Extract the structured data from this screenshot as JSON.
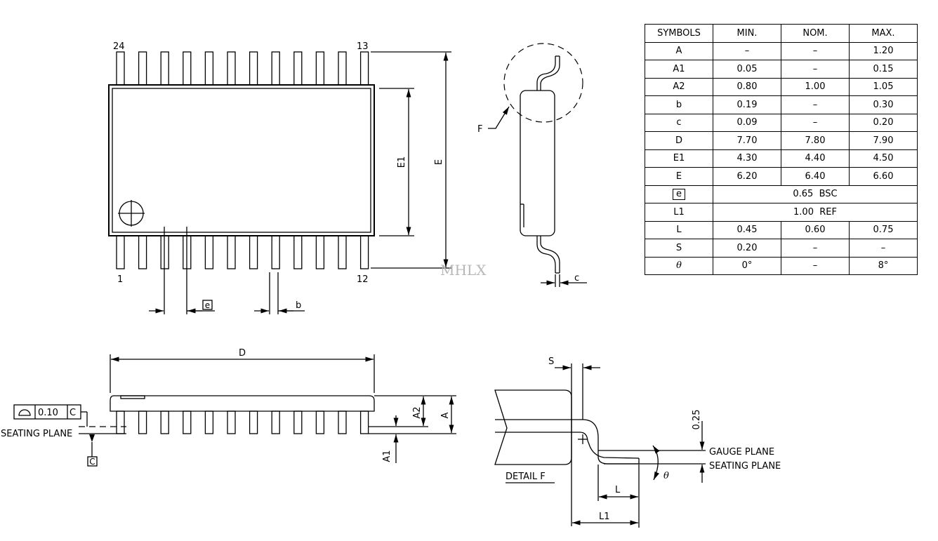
{
  "watermark": "MHLX",
  "top_view": {
    "pin_24": "24",
    "pin_13": "13",
    "pin_1": "1",
    "pin_12": "12",
    "dim_e1": "E1",
    "dim_e": "E",
    "dim_pitch": "e",
    "dim_b": "b"
  },
  "side_view": {
    "detail_callout": "F",
    "dim_c": "c"
  },
  "front_view": {
    "dim_d": "D",
    "dim_a2": "A2",
    "dim_a": "A",
    "dim_a1": "A1",
    "flatness_value": "0.10",
    "datum_ref": "C",
    "seating_plane": "SEATING PLANE",
    "datum_label": "C"
  },
  "detail_f": {
    "title": "DETAIL F",
    "dim_s": "S",
    "gauge_value": "0.25",
    "gauge_plane": "GAUGE PLANE",
    "seating_plane": "SEATING PLANE",
    "dim_l": "L",
    "dim_l1": "L1",
    "angle": "θ"
  },
  "table": {
    "headers": [
      "SYMBOLS",
      "MIN.",
      "NOM.",
      "MAX."
    ],
    "rows": [
      {
        "symbol": "A",
        "min": "–",
        "nom": "–",
        "max": "1.20"
      },
      {
        "symbol": "A1",
        "min": "0.05",
        "nom": "–",
        "max": "0.15"
      },
      {
        "symbol": "A2",
        "min": "0.80",
        "nom": "1.00",
        "max": "1.05"
      },
      {
        "symbol": "b",
        "min": "0.19",
        "nom": "–",
        "max": "0.30"
      },
      {
        "symbol": "c",
        "min": "0.09",
        "nom": "–",
        "max": "0.20"
      },
      {
        "symbol": "D",
        "min": "7.70",
        "nom": "7.80",
        "max": "7.90"
      },
      {
        "symbol": "E1",
        "min": "4.30",
        "nom": "4.40",
        "max": "4.50"
      },
      {
        "symbol": "E",
        "min": "6.20",
        "nom": "6.40",
        "max": "6.60"
      },
      {
        "symbol": "e",
        "span": "0.65  BSC"
      },
      {
        "symbol": "L1",
        "span": "1.00  REF"
      },
      {
        "symbol": "L",
        "min": "0.45",
        "nom": "0.60",
        "max": "0.75"
      },
      {
        "symbol": "S",
        "min": "0.20",
        "nom": "–",
        "max": "–"
      },
      {
        "symbol": "θ",
        "min": "0°",
        "nom": "–",
        "max": "8°"
      }
    ]
  }
}
